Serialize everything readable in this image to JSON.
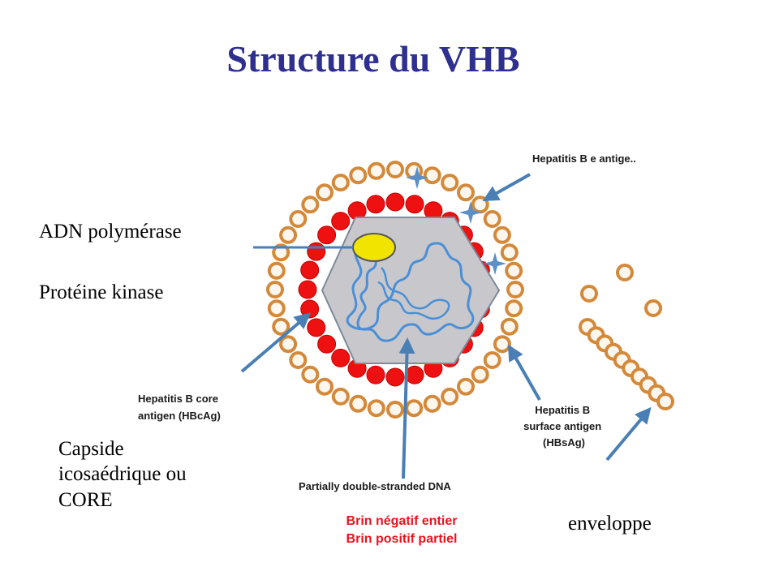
{
  "title": "Structure du VHB",
  "labels": {
    "adn_polymerase": "ADN polymérase",
    "proteine_kinase": "Protéine kinase",
    "capside": [
      "Capside",
      "icosaédrique ou",
      "CORE"
    ],
    "enveloppe": "enveloppe",
    "brin_negatif": "Brin négatif entier",
    "brin_positif": "Brin positif partiel"
  },
  "figure_labels": {
    "e_antigen": "Hepatitis B e antige..",
    "core_antigen": [
      "Hepatitis B core",
      "antigen (HBcAg)"
    ],
    "surface_antigen": [
      "Hepatitis B",
      "surface antigen",
      "(HBsAg)"
    ],
    "dna": "Partially double-stranded DNA"
  },
  "colors": {
    "title": "#2e2f8f",
    "envelope_bead": "#d4893a",
    "capsid_bead": "#ee1111",
    "core": "#c8c8cc",
    "dna": "#4a8fd6",
    "polymerase": "#f0e400",
    "arrow": "#4a7fb5",
    "red_text": "#e8141d"
  }
}
